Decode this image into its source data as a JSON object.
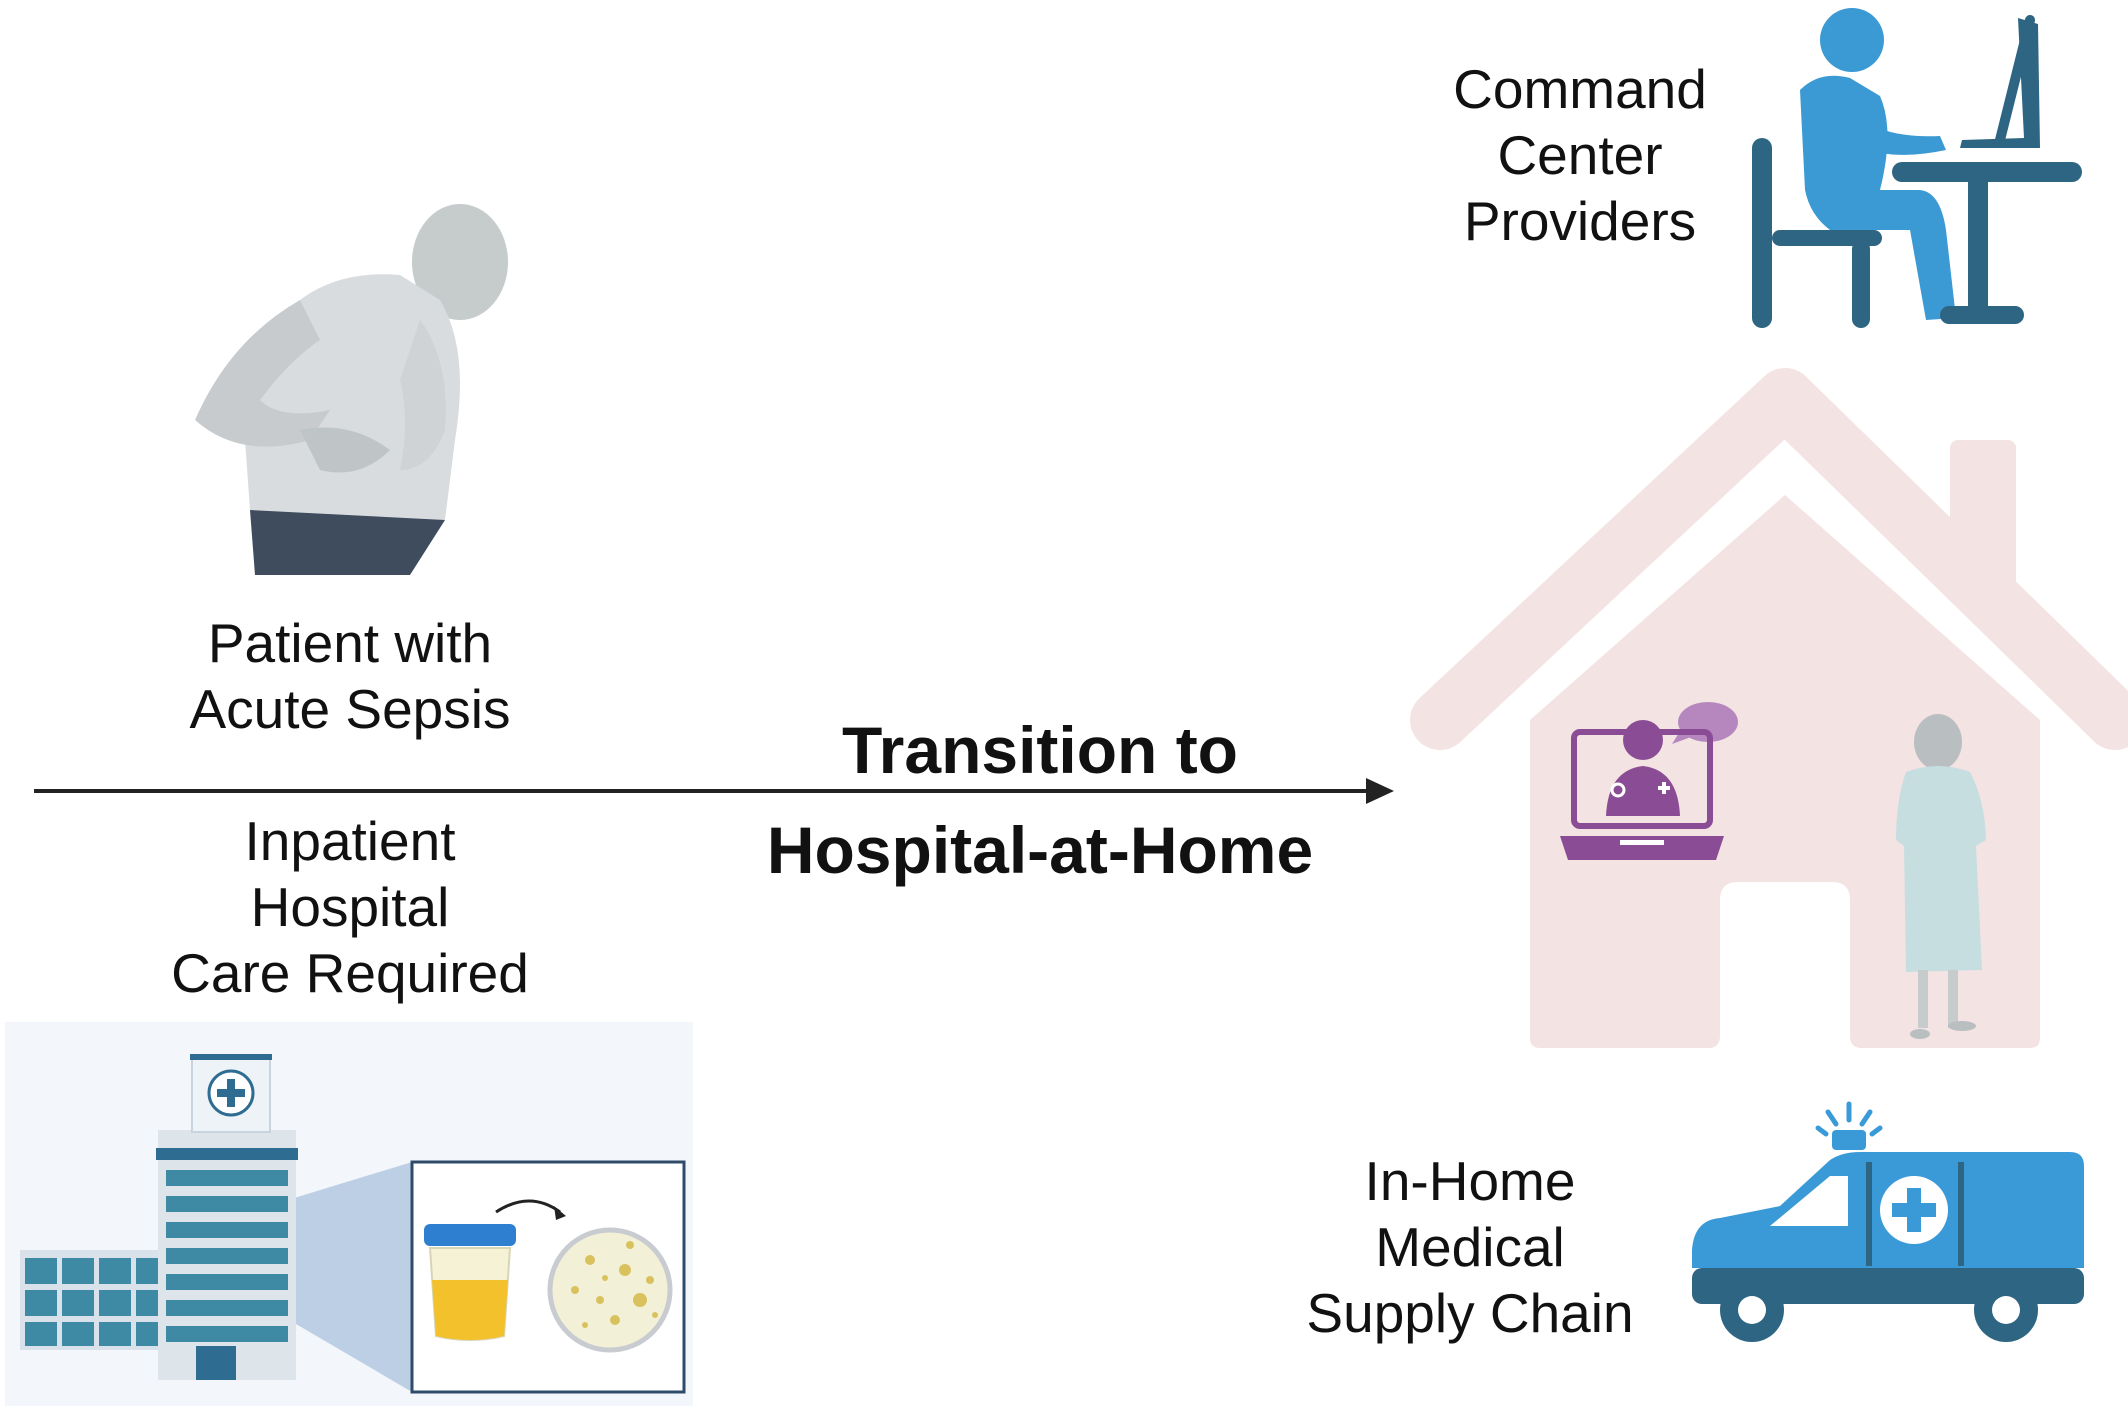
{
  "patient_label": [
    "Patient with",
    "Acute Sepsis"
  ],
  "inpatient_label": [
    "Inpatient",
    "Hospital",
    "Care Required"
  ],
  "transition_label": [
    "Transition to",
    "Hospital-at-Home"
  ],
  "command_label": [
    "Command",
    "Center",
    "Providers"
  ],
  "supply_label": [
    "In-Home",
    "Medical",
    "Supply Chain"
  ],
  "colors": {
    "arrow": "#222222",
    "house": "#f4e3e3",
    "provider_blue": "#3b9ad3",
    "provider_dark": "#2e6583",
    "telehealth_purple": "#8a4d95",
    "patient_gray": "#c8cdd0",
    "ambulance_blue": "#3a9ad8",
    "hospital_teal": "#3e8aa5"
  },
  "icons": [
    "sick-patient-icon",
    "hospital-building-icon",
    "urine-sample-icon",
    "petri-dish-icon",
    "command-center-provider-icon",
    "house-icon",
    "telehealth-laptop-icon",
    "home-patient-icon",
    "ambulance-icon"
  ]
}
